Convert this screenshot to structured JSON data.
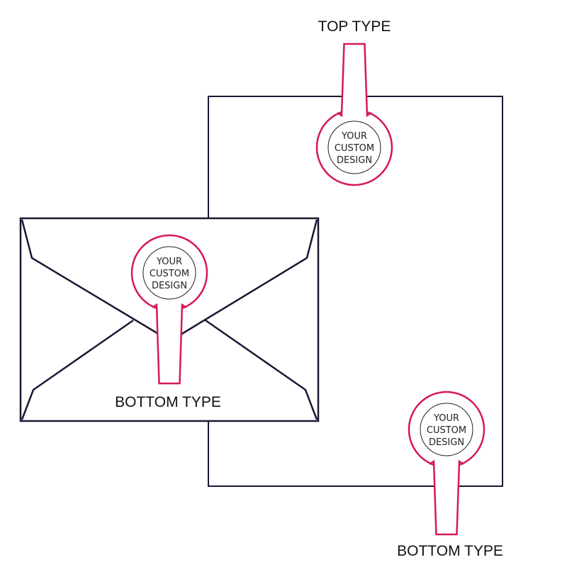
{
  "labels": {
    "top_type": "TOP TYPE",
    "bottom_type_envelope": "BOTTOM TYPE",
    "bottom_type_paper": "BOTTOM TYPE"
  },
  "seal_text": [
    "YOUR",
    "CUSTOM",
    "DESIGN"
  ],
  "colors": {
    "tab_outline": "#d6185a",
    "line": "#1a1833"
  }
}
